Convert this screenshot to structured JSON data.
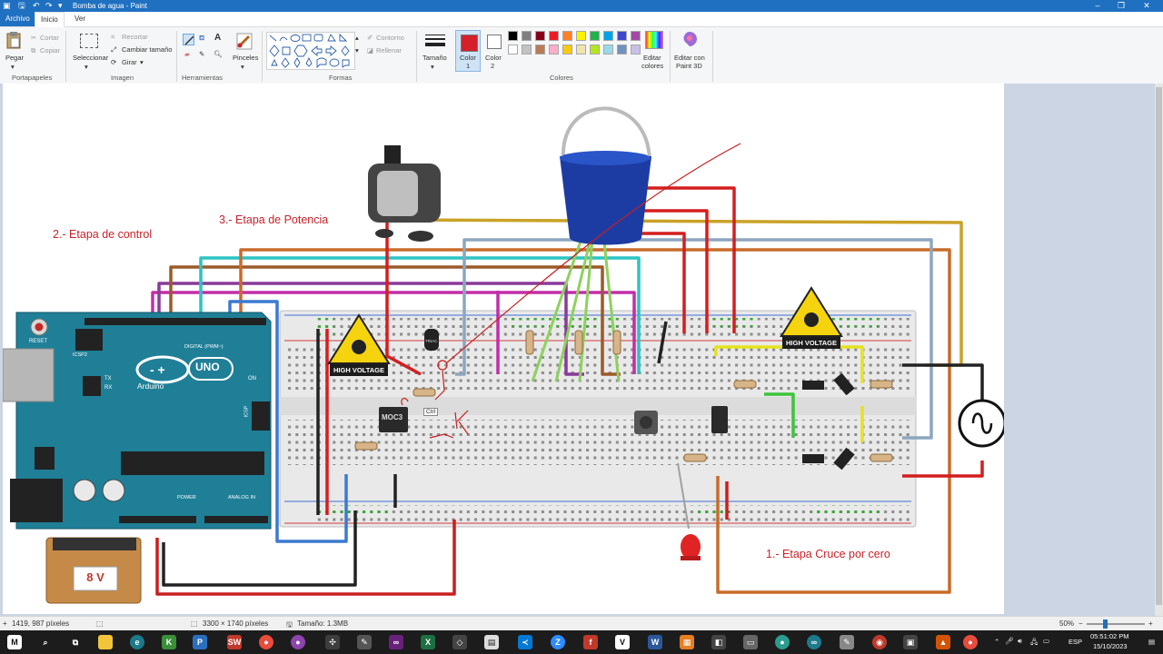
{
  "window": {
    "title": "Bomba de agua - Paint"
  },
  "tabs": {
    "file": "Archivo",
    "home": "Inicio",
    "view": "Ver"
  },
  "ribbon": {
    "clipboard": {
      "paste": "Pegar",
      "cut": "Cortar",
      "copy": "Copiar",
      "group": "Portapapeles"
    },
    "image": {
      "select": "Seleccionar",
      "crop": "Recortar",
      "resize": "Cambiar tamaño",
      "rotate": "Girar",
      "group": "Imagen"
    },
    "tools": {
      "group": "Herramientas"
    },
    "brushes": {
      "label": "Pinceles"
    },
    "shapes": {
      "outline": "Contorno",
      "fill": "Rellenar",
      "group": "Formas"
    },
    "size": {
      "label": "Tamaño"
    },
    "color1": {
      "label1": "Color",
      "label2": "1"
    },
    "color2": {
      "label1": "Color",
      "label2": "2"
    },
    "colors": {
      "group": "Colores",
      "edit1": "Editar",
      "edit2": "colores"
    },
    "paint3d": {
      "label1": "Editar con",
      "label2": "Paint 3D"
    },
    "palette_row1": [
      "#000000",
      "#7f7f7f",
      "#880015",
      "#ed1c24",
      "#ff7f27",
      "#fff200",
      "#22b14c",
      "#00a2e8",
      "#3f48cc",
      "#a349a4"
    ],
    "palette_row2": [
      "#ffffff",
      "#c3c3c3",
      "#b97a57",
      "#ffaec9",
      "#ffc90e",
      "#efe4b0",
      "#b5e61d",
      "#99d9ea",
      "#7092be",
      "#c8bfe7"
    ],
    "color1_value": "#d4202a",
    "color2_value": "#ffffff"
  },
  "canvas": {
    "stage2": "2.- Etapa de control",
    "stage3": "3.- Etapa de Potencia",
    "stage1": "1.- Etapa Cruce por cero",
    "hv_label": "HIGH VOLTAGE",
    "battery_label": "8 V",
    "arduino_logo": "Arduino",
    "arduino_uno": "UNO",
    "reset": "RESET",
    "icsp2": "ICSP2",
    "icsp": "ICSP",
    "tx": "TX",
    "rx": "RX",
    "on": "ON",
    "digital": "DIGITAL (PWM~)",
    "power": "POWER",
    "analog": "ANALOG IN",
    "moc": "MOC3",
    "triac": "TRIAC",
    "ctrl_tip": "Ctrl"
  },
  "status": {
    "cursor": "1419, 987 píxeles",
    "dimensions": "3300 × 1740 píxeles",
    "filesize": "Tamaño: 1.3MB",
    "zoom": "50%"
  },
  "taskbar": {
    "time": "05:51:02 PM",
    "date": "15/10/2023",
    "lang": "ESP"
  }
}
